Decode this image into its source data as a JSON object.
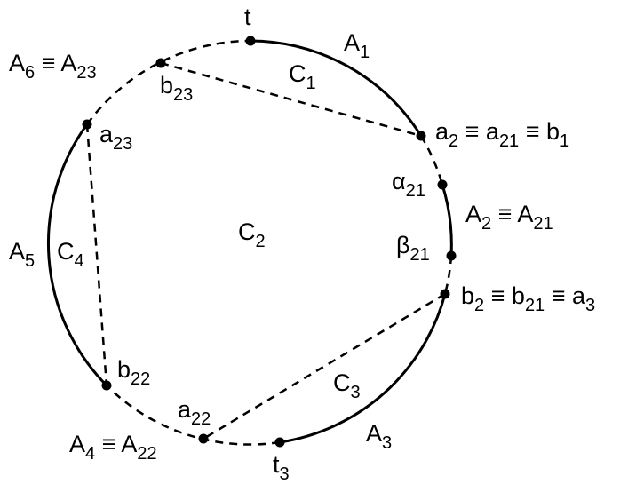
{
  "colors": {
    "stroke": "#000000",
    "background": "#ffffff"
  },
  "labels": {
    "t": {
      "main": "t",
      "sub": ""
    },
    "A1": {
      "main": "A",
      "sub": "1"
    },
    "C1": {
      "main": "C",
      "sub": "1"
    },
    "A6_A23": {
      "main": "A",
      "sub": "6",
      "mid": " ≡ A",
      "sub2": "23"
    },
    "b23": {
      "main": "b",
      "sub": "23"
    },
    "a23": {
      "main": "a",
      "sub": "23"
    },
    "a2_a21_b1": {
      "p1": "a",
      "s1": "2",
      "p2": " ≡ a",
      "s2": "21",
      "p3": " ≡ b",
      "s3": "1"
    },
    "alpha21": {
      "main": "α",
      "sub": "21"
    },
    "A2_A21": {
      "main": "A",
      "sub": "2",
      "mid": " ≡ A",
      "sub2": "21"
    },
    "beta21": {
      "main": "β",
      "sub": "21"
    },
    "C2": {
      "main": "C",
      "sub": "2"
    },
    "A5": {
      "main": "A",
      "sub": "5"
    },
    "C4": {
      "main": "C",
      "sub": "4"
    },
    "b2_b21_a3": {
      "p1": "b",
      "s1": "2",
      "p2": " ≡ b",
      "s2": "21",
      "p3": " ≡ a",
      "s3": "3"
    },
    "b22": {
      "main": "b",
      "sub": "22"
    },
    "C3": {
      "main": "C",
      "sub": "3"
    },
    "a22": {
      "main": "a",
      "sub": "22"
    },
    "A4_A22": {
      "main": "A",
      "sub": "4",
      "mid": " ≡ A",
      "sub2": "22"
    },
    "A3": {
      "main": "A",
      "sub": "3"
    },
    "t3": {
      "main": "t",
      "sub": "3"
    }
  }
}
